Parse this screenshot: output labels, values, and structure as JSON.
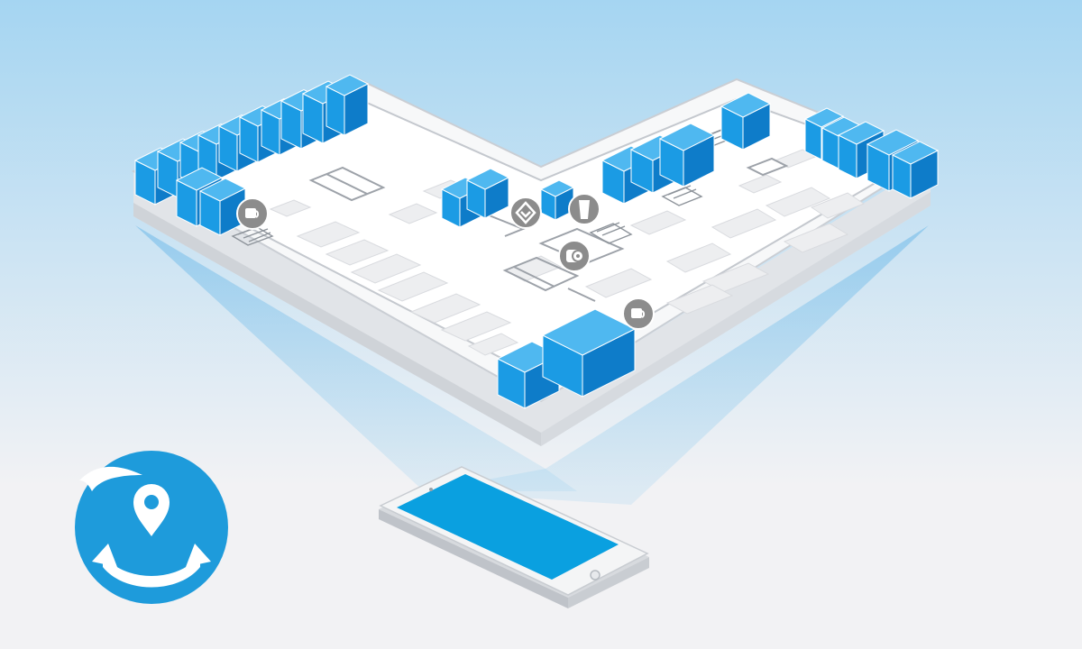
{
  "scene": {
    "description_name": "indoor-navigation-illustration",
    "colors": {
      "sky_top": "#A5D5F2",
      "sky_bottom": "#F2F2F4",
      "accent": "#1E9BDB",
      "shop_front": "#1B9BE4",
      "shop_side": "#0E7CC9",
      "shop_top": "#4FB8F0",
      "floor": "#FDFDFD",
      "slab_edge": "#D9DCE0",
      "walls": "#C9CDD3",
      "poi_circle": "#8C8C8C",
      "phone_screen": "#0AA0E0",
      "beam": "#6FB9E8"
    },
    "pois": [
      {
        "id": "cafe-left",
        "icon": "coffee-cup"
      },
      {
        "id": "info-center",
        "icon": "diamond-sign"
      },
      {
        "id": "drinks",
        "icon": "glass"
      },
      {
        "id": "restroom",
        "icon": "toilet-paper"
      },
      {
        "id": "cafe-right",
        "icon": "coffee-cup"
      }
    ],
    "logo": {
      "icon": "location-pin-with-arrows"
    }
  }
}
